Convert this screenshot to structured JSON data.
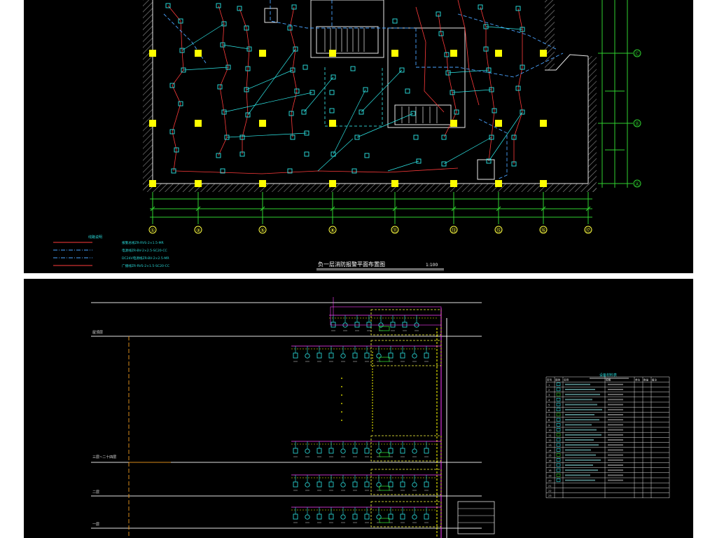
{
  "plan": {
    "title": "负一层消防报警平面布置图",
    "scale": "1:100",
    "axes_x": [
      "①",
      "③",
      "⑤",
      "⑧",
      "⑪",
      "⑬",
      "⑮",
      "⑯",
      "⑰"
    ],
    "axes_y": [
      "Ⓐ",
      "Ⓑ",
      "Ⓒ"
    ],
    "legend": {
      "heading": "线路说明",
      "items": [
        {
          "text": "报警总线ZR-RVS-2×1.5-MR",
          "color": "#ff3b3b",
          "dash": false
        },
        {
          "text": "电源线ZR-BV-2×2.5-SC20-CC",
          "color": "#4aa3ff",
          "dash": true
        },
        {
          "text": "DC24V电源线ZR-BV-2×2.5-MR",
          "color": "#4aa3ff",
          "dash": true
        },
        {
          "text": "广播线ZR-RVS-2×1.5-SC20-CC",
          "color": "#ff3b3b",
          "dash": false
        }
      ]
    }
  },
  "riser": {
    "floor_labels": [
      "屋顶层",
      "三层~二十四层",
      "二层",
      "一层"
    ],
    "table": {
      "title": "设备材料表",
      "columns": [
        "序号",
        "图例",
        "名称",
        "规格",
        "单位",
        "数量",
        "备注"
      ],
      "rows": [
        "1",
        "2",
        "3",
        "4",
        "5",
        "6",
        "7",
        "8",
        "9",
        "10",
        "11",
        "12",
        "13",
        "14",
        "15",
        "16",
        "17",
        "18",
        "19",
        "20",
        "21",
        "22",
        "23"
      ]
    }
  }
}
